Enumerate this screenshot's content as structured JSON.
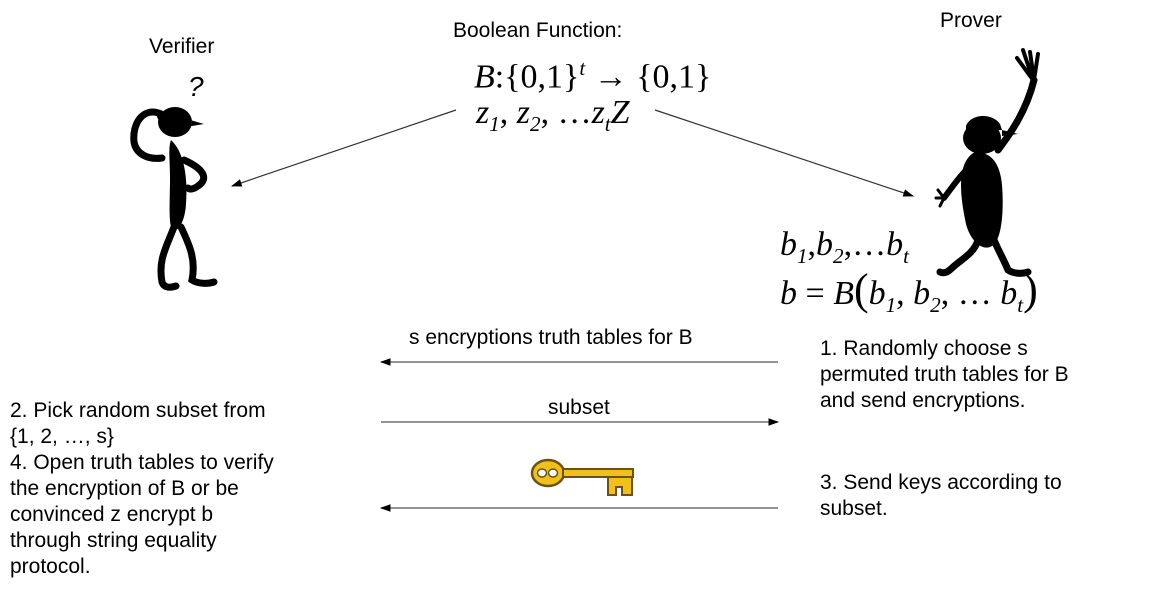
{
  "verifier_label": "Verifier",
  "question_mark": "?",
  "prover_label": "Prover",
  "function_title": "Boolean Function:",
  "function_def": {
    "name": "B",
    "colon": ":",
    "domain": "{0,1}",
    "domain_exp": "t",
    "arrow": "→",
    "codomain": "{0,1}"
  },
  "z_vars": {
    "z": "z",
    "s1": "1",
    "s2": "2",
    "dots": "…",
    "st": "t",
    "tail": "Z"
  },
  "b_vars": {
    "b": "b",
    "s1": "1",
    "s2": "2",
    "dots": "…",
    "st": "t"
  },
  "b_eq": {
    "lhs": "b",
    "eq": "=",
    "fn": "B",
    "open": "(",
    "b": "b",
    "s1": "1",
    "s2": "2",
    "dots": "…",
    "st": "t",
    "close": ")"
  },
  "messages": {
    "encryptions": "s encryptions truth tables for B",
    "subset": "subset"
  },
  "prover_steps": {
    "step1": [
      "1. Randomly choose s",
      "permuted truth tables for B",
      "and send encryptions."
    ],
    "step3": [
      "3. Send keys according to",
      "subset."
    ]
  },
  "verifier_steps": {
    "step2": [
      "2. Pick random subset from",
      "{1, 2, …, s}"
    ],
    "step4": [
      "4. Open truth tables to verify",
      "the encryption of B or be",
      "convinced z encrypt b",
      "through string equality",
      "protocol."
    ]
  },
  "colors": {
    "key_gold": "#f2c01e",
    "key_outline": "#6b5210",
    "line": "#333333"
  }
}
